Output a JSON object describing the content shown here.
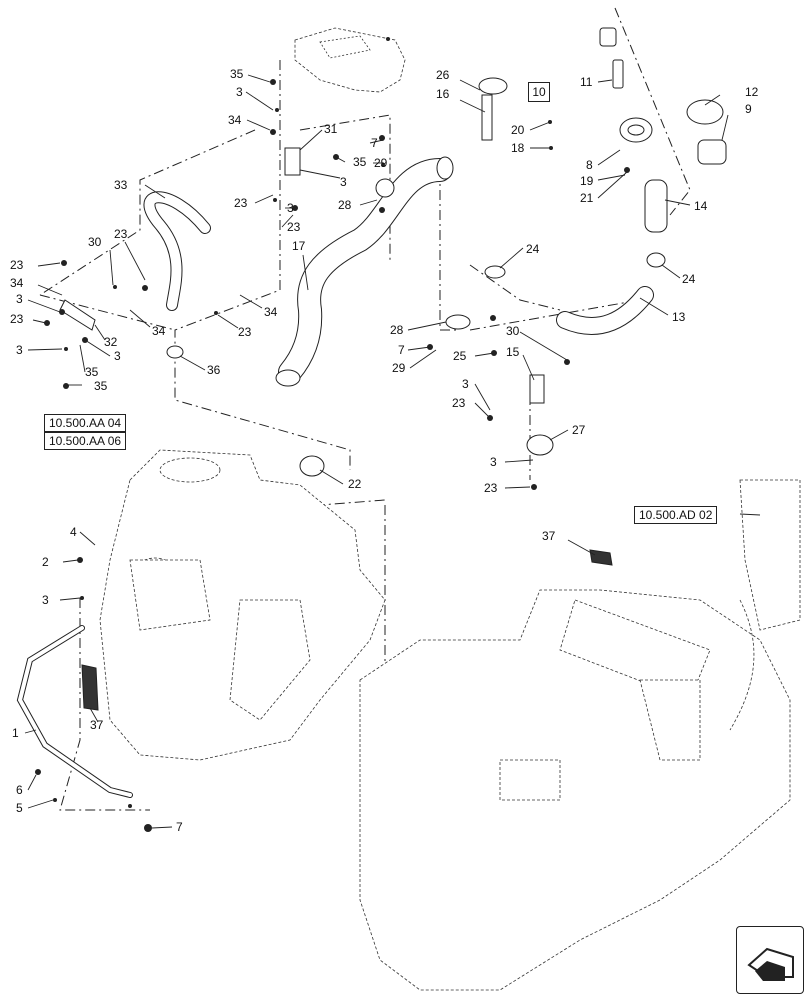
{
  "refs": {
    "aa04": "10.500.AA 04",
    "aa06": "10.500.AA 06",
    "ad02": "10.500.AD 02",
    "boxed10": "10"
  },
  "callouts": [
    {
      "id": "c35a",
      "text": "35"
    },
    {
      "id": "c3a",
      "text": "3"
    },
    {
      "id": "c34a",
      "text": "34"
    },
    {
      "id": "c31",
      "text": "31"
    },
    {
      "id": "c35b",
      "text": "35"
    },
    {
      "id": "c3b",
      "text": "3"
    },
    {
      "id": "c23a",
      "text": "23"
    },
    {
      "id": "c3c",
      "text": "3"
    },
    {
      "id": "c23b",
      "text": "23"
    },
    {
      "id": "c7a",
      "text": "7"
    },
    {
      "id": "c29a",
      "text": "29"
    },
    {
      "id": "c28a",
      "text": "28"
    },
    {
      "id": "c33",
      "text": "33"
    },
    {
      "id": "c17",
      "text": "17"
    },
    {
      "id": "c30a",
      "text": "30"
    },
    {
      "id": "c23c",
      "text": "23"
    },
    {
      "id": "c23d",
      "text": "23"
    },
    {
      "id": "c34b",
      "text": "34"
    },
    {
      "id": "c3d",
      "text": "3"
    },
    {
      "id": "c23e",
      "text": "23"
    },
    {
      "id": "c32",
      "text": "32"
    },
    {
      "id": "c34c",
      "text": "34"
    },
    {
      "id": "c3e",
      "text": "3"
    },
    {
      "id": "c3f",
      "text": "3"
    },
    {
      "id": "c35c",
      "text": "35"
    },
    {
      "id": "c35d",
      "text": "35"
    },
    {
      "id": "c23f",
      "text": "23"
    },
    {
      "id": "c34d",
      "text": "34"
    },
    {
      "id": "c36",
      "text": "36"
    },
    {
      "id": "c26",
      "text": "26"
    },
    {
      "id": "c16",
      "text": "16"
    },
    {
      "id": "c11",
      "text": "11"
    },
    {
      "id": "c20",
      "text": "20"
    },
    {
      "id": "c18",
      "text": "18"
    },
    {
      "id": "c12",
      "text": "12"
    },
    {
      "id": "c9",
      "text": "9"
    },
    {
      "id": "c8",
      "text": "8"
    },
    {
      "id": "c19",
      "text": "19"
    },
    {
      "id": "c21",
      "text": "21"
    },
    {
      "id": "c14",
      "text": "14"
    },
    {
      "id": "c24a",
      "text": "24"
    },
    {
      "id": "c24b",
      "text": "24"
    },
    {
      "id": "c13",
      "text": "13"
    },
    {
      "id": "c28b",
      "text": "28"
    },
    {
      "id": "c7b",
      "text": "7"
    },
    {
      "id": "c29b",
      "text": "29"
    },
    {
      "id": "c30b",
      "text": "30"
    },
    {
      "id": "c25",
      "text": "25"
    },
    {
      "id": "c15",
      "text": "15"
    },
    {
      "id": "c3g",
      "text": "3"
    },
    {
      "id": "c23g",
      "text": "23"
    },
    {
      "id": "c27",
      "text": "27"
    },
    {
      "id": "c3h",
      "text": "3"
    },
    {
      "id": "c23h",
      "text": "23"
    },
    {
      "id": "c22",
      "text": "22"
    },
    {
      "id": "c4",
      "text": "4"
    },
    {
      "id": "c2",
      "text": "2"
    },
    {
      "id": "c3i",
      "text": "3"
    },
    {
      "id": "c37a",
      "text": "37"
    },
    {
      "id": "c1",
      "text": "1"
    },
    {
      "id": "c6",
      "text": "6"
    },
    {
      "id": "c5",
      "text": "5"
    },
    {
      "id": "c7c",
      "text": "7"
    },
    {
      "id": "c37b",
      "text": "37"
    }
  ],
  "nav_icon": "return-arrow-icon"
}
